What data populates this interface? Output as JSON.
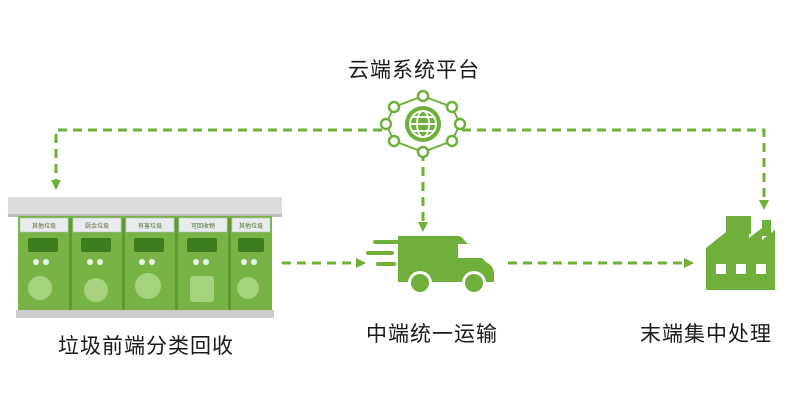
{
  "nodes": {
    "cloud": {
      "label": "云端系统平台",
      "icon": "network-globe-icon"
    },
    "front": {
      "label": "垃圾前端分类回收",
      "icon": "recycling-station-icon"
    },
    "transport": {
      "label": "中端统一运输",
      "icon": "delivery-truck-icon"
    },
    "end": {
      "label": "末端集中处理",
      "icon": "factory-icon"
    }
  },
  "station_panels": [
    {
      "label": "其他垃圾"
    },
    {
      "label": "厨余垃圾"
    },
    {
      "label": "有害垃圾"
    },
    {
      "label": "可回收物"
    },
    {
      "label": "其他垃圾"
    }
  ],
  "colors": {
    "accent": "#6fb03b",
    "panel": "#7ab648",
    "text": "#1a1a1a"
  }
}
